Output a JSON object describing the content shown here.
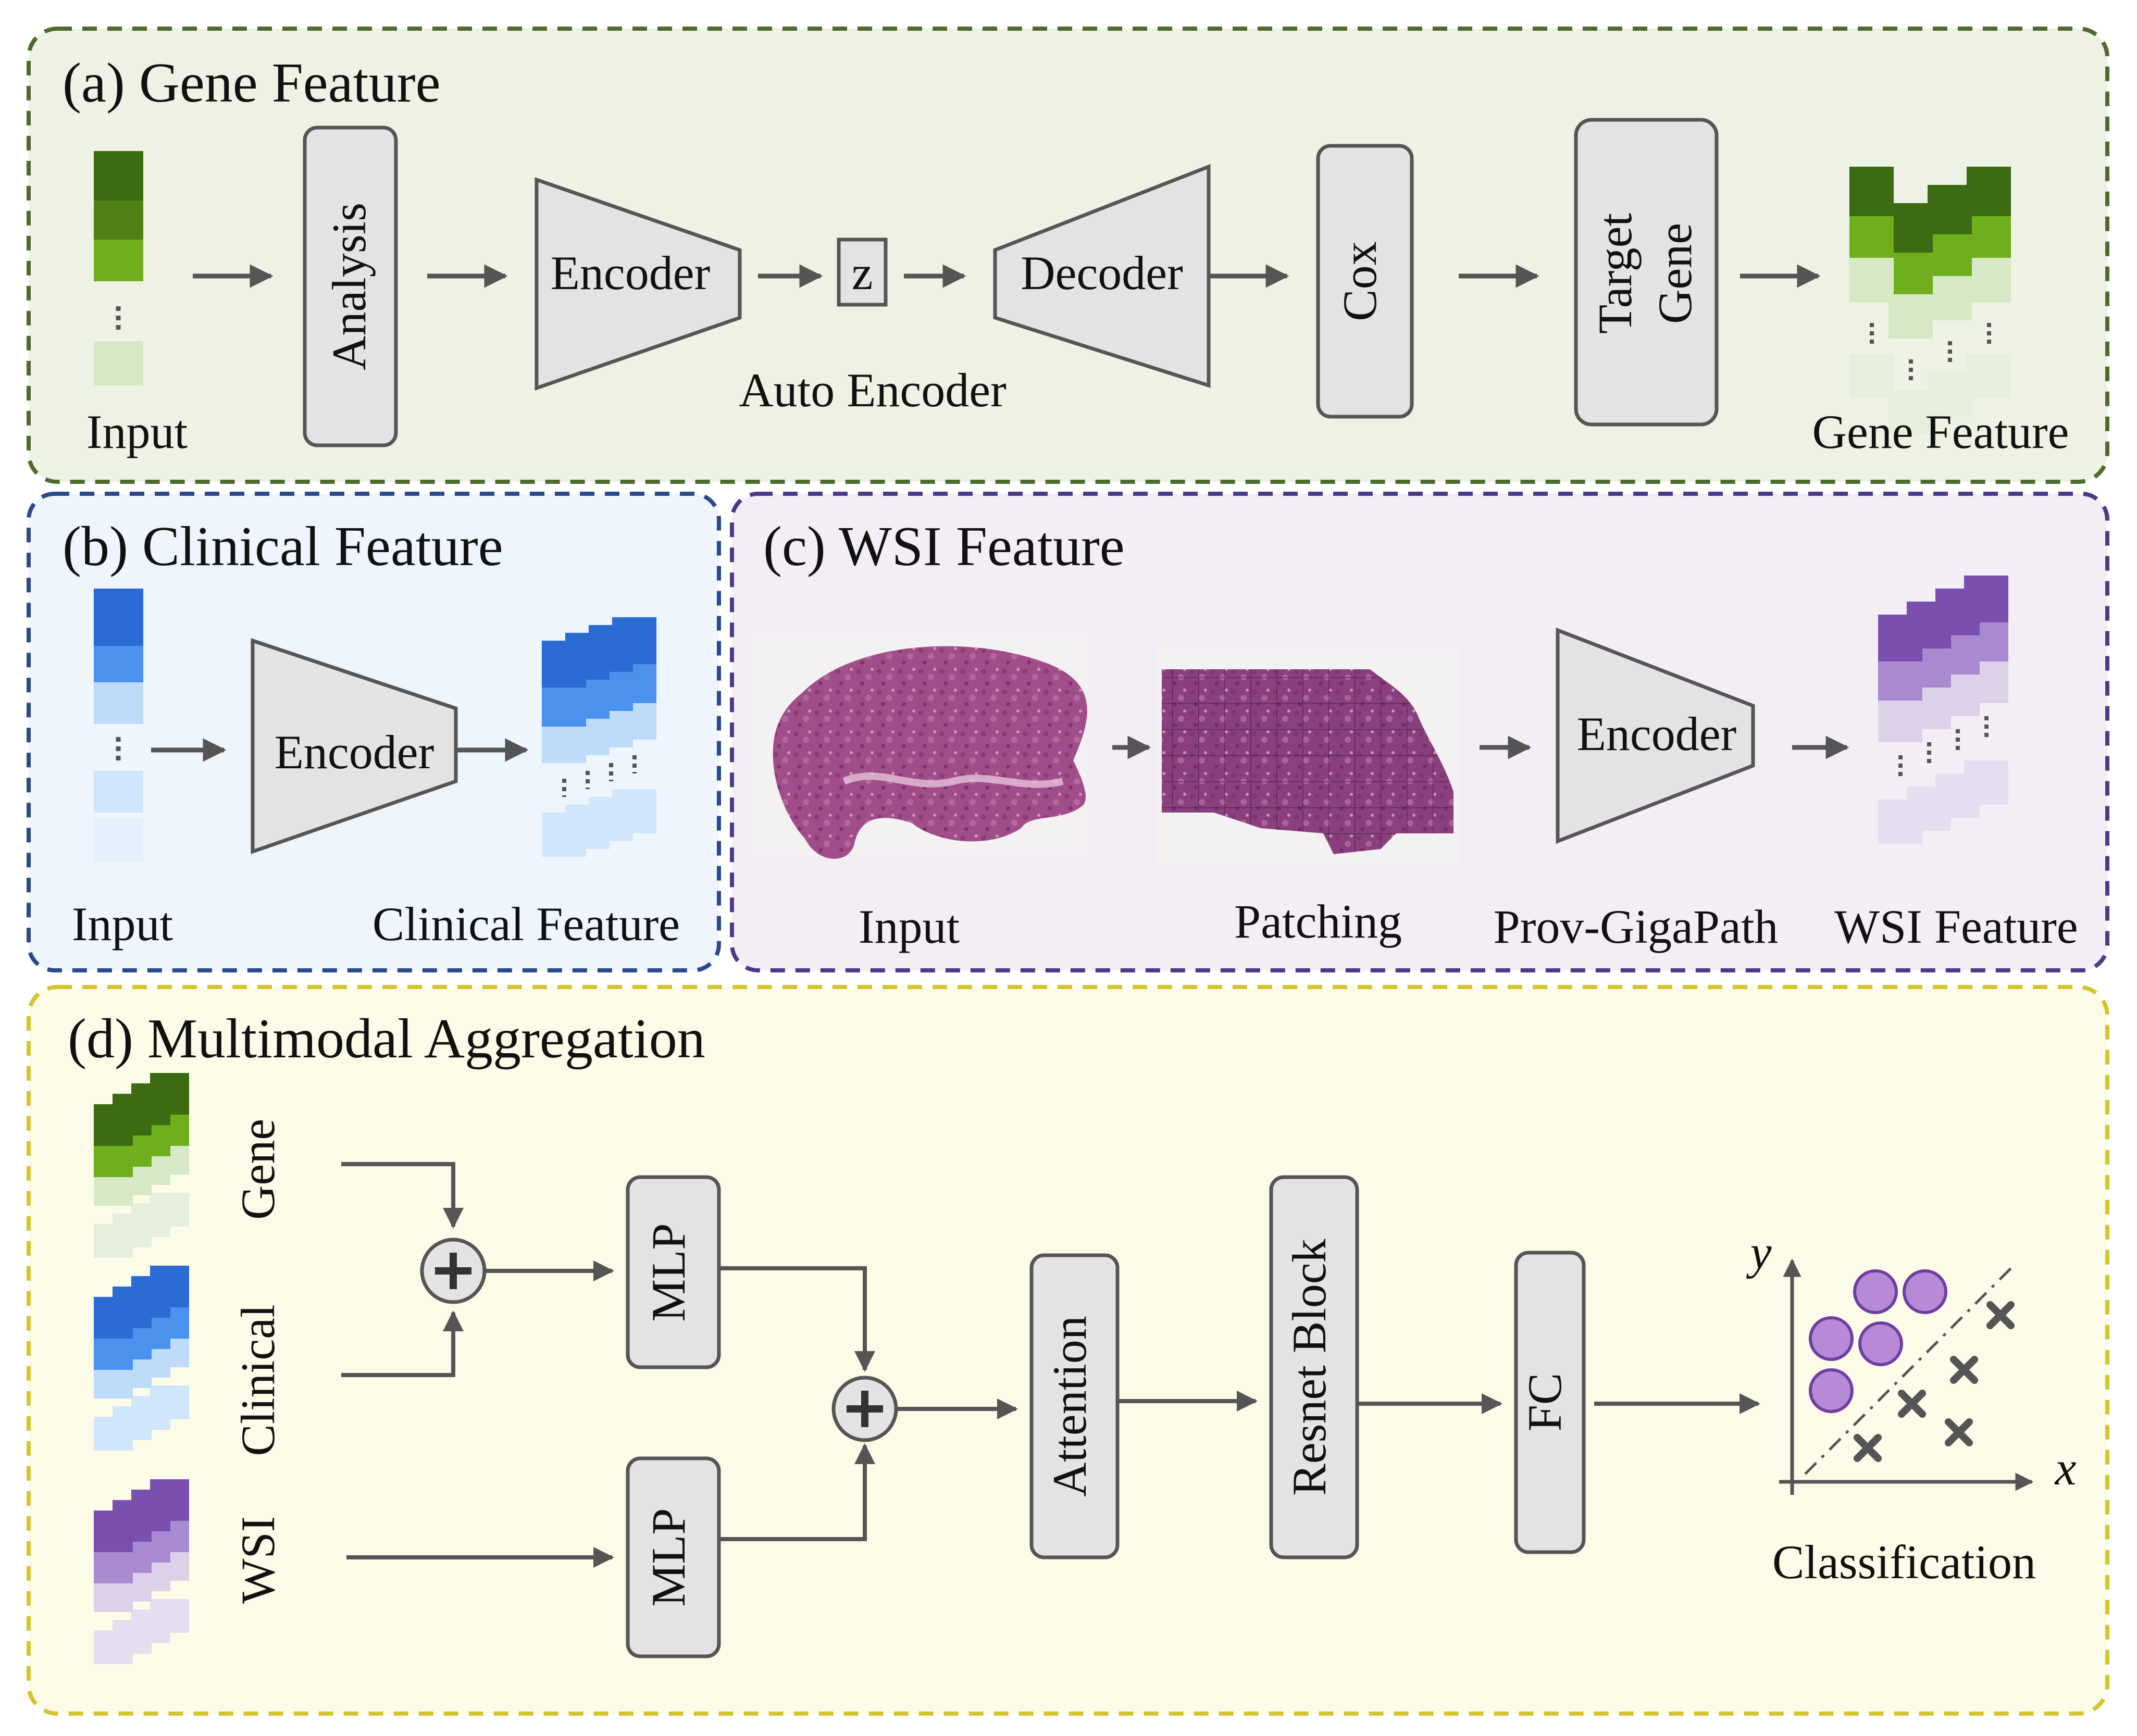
{
  "panels": {
    "gene": {
      "title": "(a) Gene Feature",
      "input_label": "Input",
      "analysis": "Analysis",
      "encoder": "Encoder",
      "z": "z",
      "decoder": "Decoder",
      "autoencoder": "Auto Encoder",
      "cox": "Cox",
      "target_line1": "Target",
      "target_line2": "Gene",
      "output_label": "Gene Feature"
    },
    "clinical": {
      "title": "(b) Clinical Feature",
      "input_label": "Input",
      "encoder": "Encoder",
      "output_label": "Clinical Feature"
    },
    "wsi": {
      "title": "(c) WSI Feature",
      "input_label": "Input",
      "patching": "Patching",
      "encoder": "Encoder",
      "encoder_caption": "Prov-GigaPath",
      "output_label": "WSI Feature"
    },
    "aggregation": {
      "title": "(d) Multimodal Aggregation",
      "gene": "Gene",
      "clinical": "Clinical",
      "wsi": "WSI",
      "mlp_top": "MLP",
      "mlp_bottom": "MLP",
      "attention": "Attention",
      "resnet": "Resnet Block",
      "fc": "FC",
      "axis_x": "x",
      "axis_y": "y",
      "classification": "Classification"
    }
  },
  "colors": {
    "gene_panel_bg": "#eef2e4",
    "gene_panel_border": "#4e6b2e",
    "clinical_panel_bg": "#eef5fd",
    "clinical_panel_border": "#2b4a8a",
    "wsi_panel_bg": "#f3eef6",
    "wsi_panel_border": "#4b3a8a",
    "agg_panel_bg": "#fcfbe8",
    "agg_panel_border": "#d4c42e",
    "module_fill": "#e3e3e3",
    "module_stroke": "#555555",
    "arrow": "#555555",
    "gene_dark": "#3d6b12",
    "gene_mid": "#6fae1c",
    "gene_light": "#d6e8c6",
    "clinical_dark": "#2a6bd4",
    "clinical_mid": "#4a92ee",
    "clinical_light": "#bcdcf9",
    "wsi_dark": "#7b4fb0",
    "wsi_mid": "#a98ad0",
    "wsi_light": "#dcd1e8",
    "tissue": "#a14d8a",
    "scatter_circle": "#b78ad8",
    "scatter_circle_stroke": "#6e3fa0",
    "scatter_cross": "#555555"
  },
  "icons": {
    "sum": "circled-plus-icon",
    "cross": "x-marker-icon"
  }
}
